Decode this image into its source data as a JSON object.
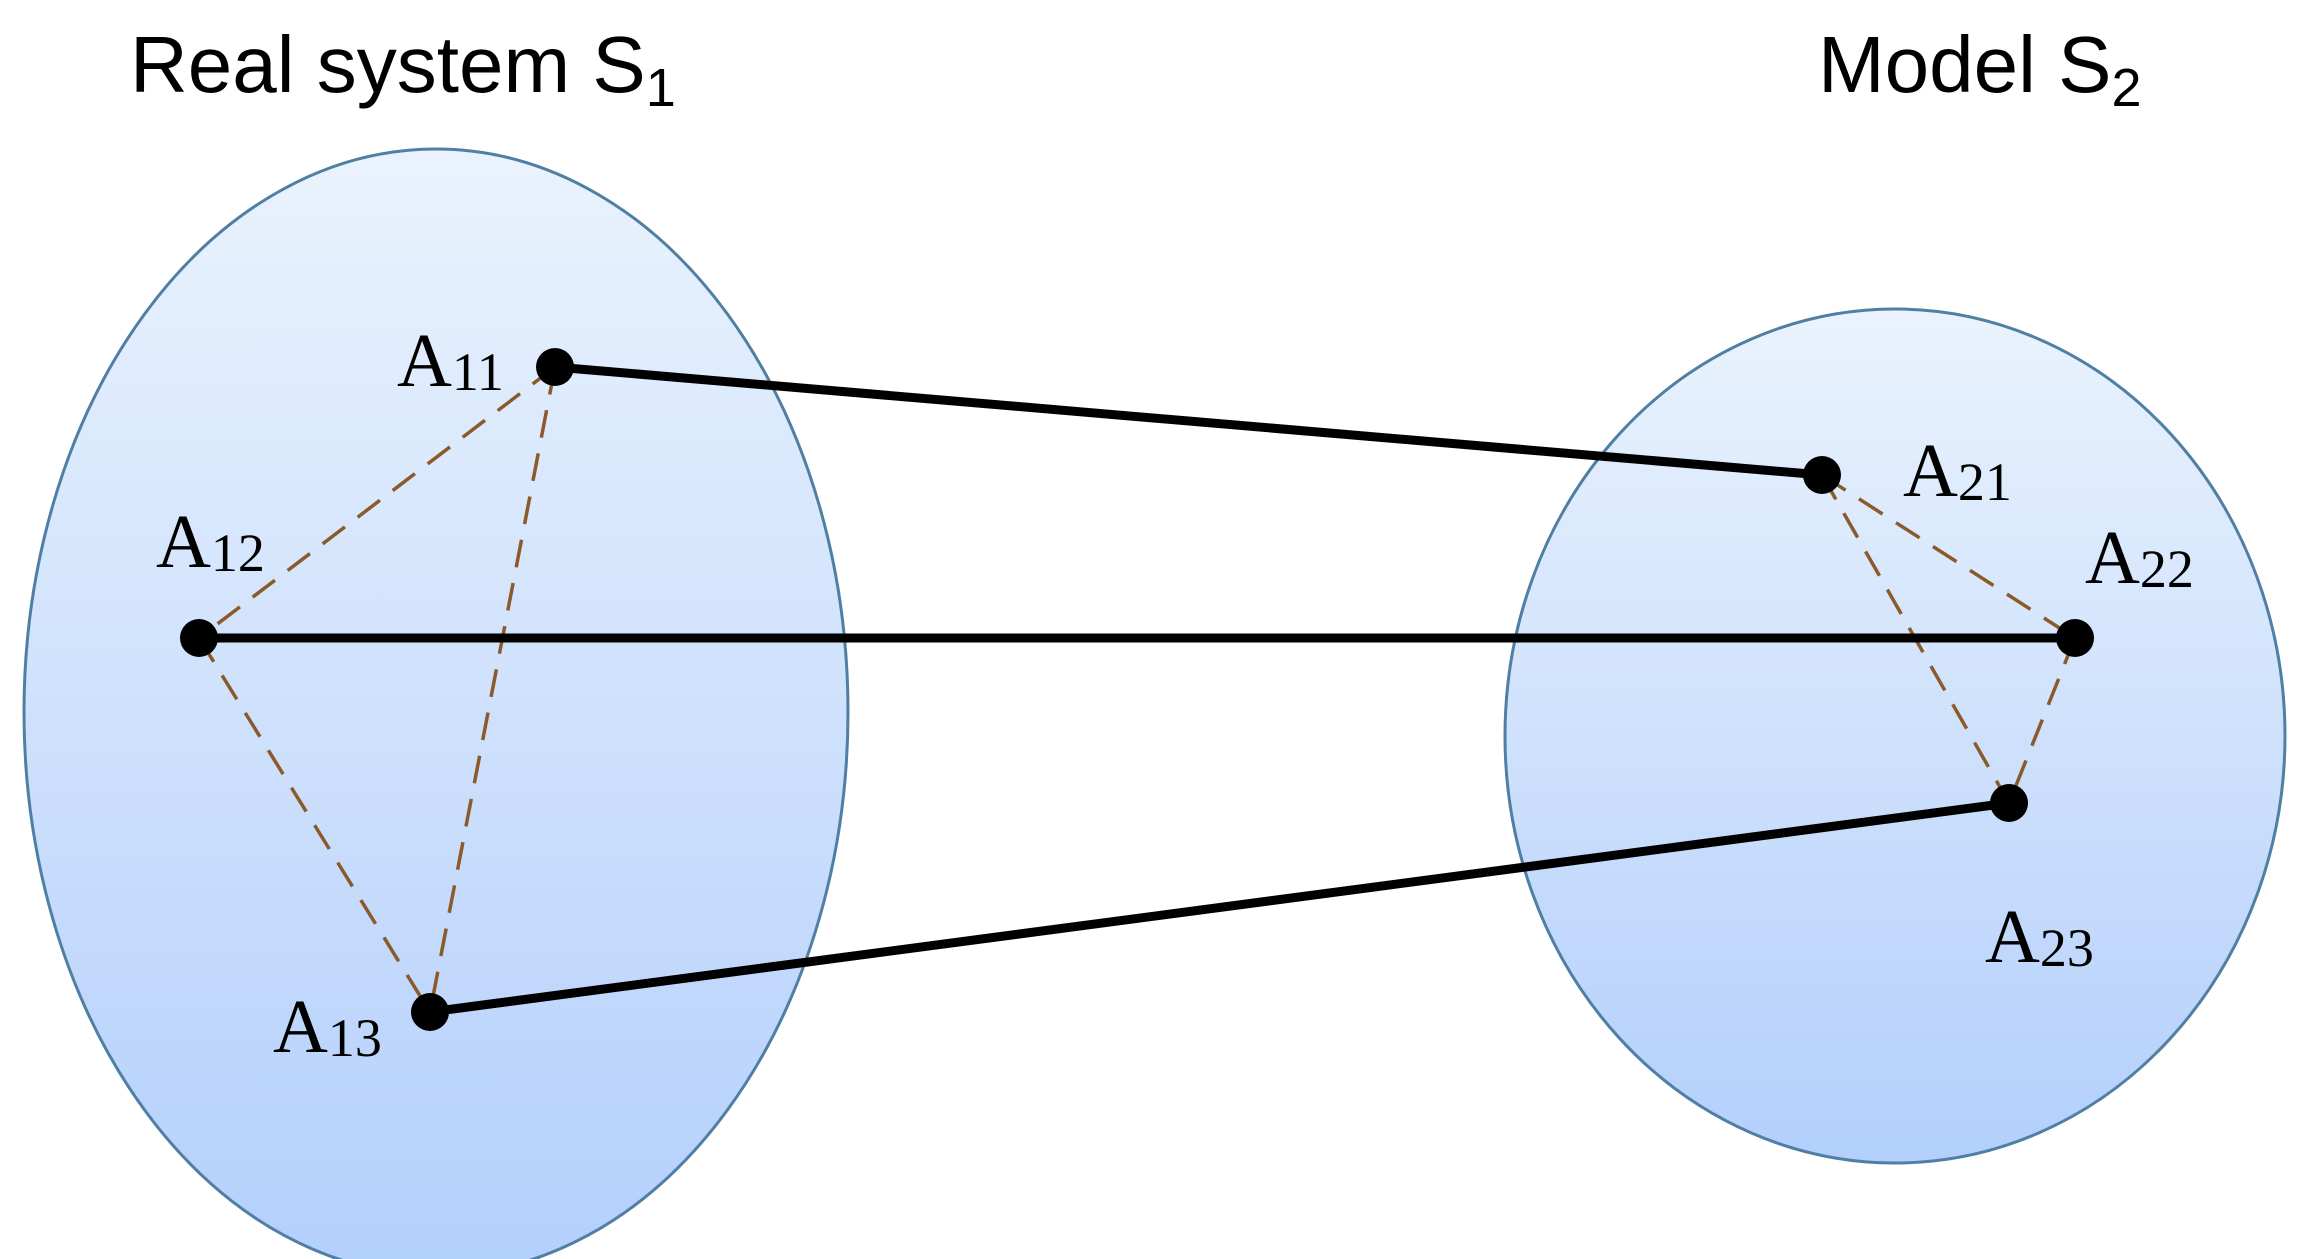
{
  "systems": {
    "real": {
      "title_text": "Real system S",
      "title_sub": "1",
      "border_color": "#4f7fa3"
    },
    "model": {
      "title_text": "Model S",
      "title_sub": "2",
      "border_color": "#4f7fa3"
    }
  },
  "nodes": {
    "a11": {
      "base": "A",
      "sub": "11"
    },
    "a12": {
      "base": "A",
      "sub": "12"
    },
    "a13": {
      "base": "A",
      "sub": "13"
    },
    "a21": {
      "base": "A",
      "sub": "21"
    },
    "a22": {
      "base": "A",
      "sub": "22"
    },
    "a23": {
      "base": "A",
      "sub": "23"
    }
  },
  "edges": {
    "mappings": [
      {
        "from": "A11",
        "to": "A21"
      },
      {
        "from": "A12",
        "to": "A22"
      },
      {
        "from": "A13",
        "to": "A23"
      }
    ],
    "internal_relations": [
      {
        "from": "A11",
        "to": "A12"
      },
      {
        "from": "A11",
        "to": "A13"
      },
      {
        "from": "A12",
        "to": "A13"
      },
      {
        "from": "A21",
        "to": "A22"
      },
      {
        "from": "A21",
        "to": "A23"
      },
      {
        "from": "A22",
        "to": "A23"
      }
    ]
  },
  "colors": {
    "fill_top": "#eaf3fd",
    "fill_bottom": "#b3cffc",
    "mapping_line": "#000000",
    "relation_dash": "#8b5a2b",
    "node_dot": "#000000"
  }
}
